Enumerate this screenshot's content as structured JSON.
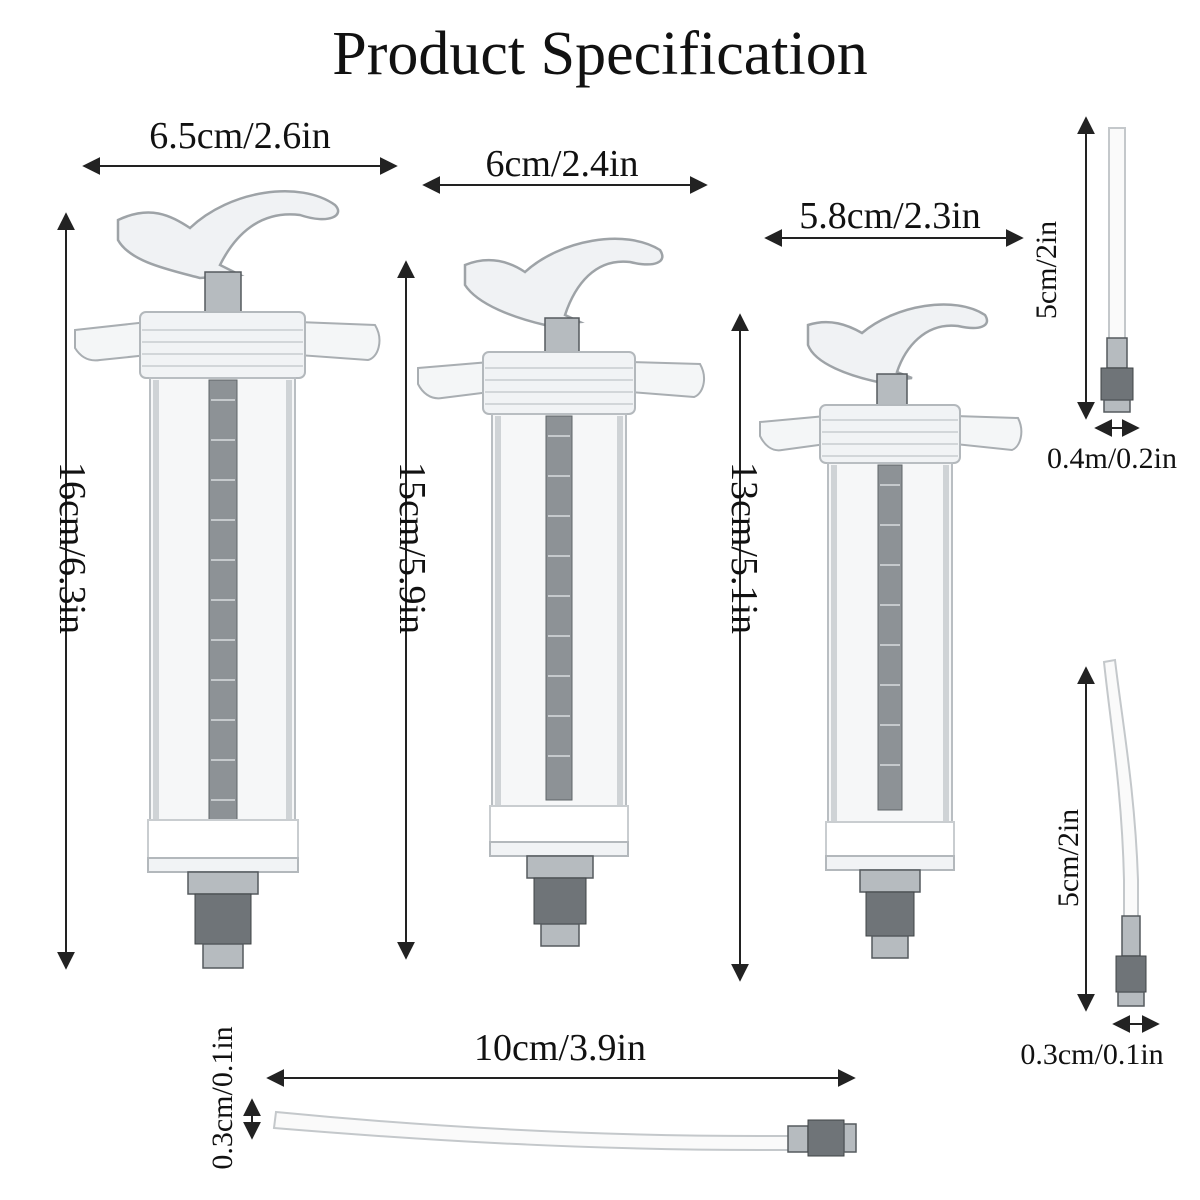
{
  "title": "Product Specification",
  "dimensions": {
    "large_width": "6.5cm/2.6in",
    "medium_width": "6cm/2.4in",
    "small_width": "5.8cm/2.3in",
    "large_height": "16cm/6.3in",
    "medium_height": "15cm/5.9in",
    "small_height": "13cm/5.1in",
    "needle_top_length": "5cm/2in",
    "needle_top_width": "0.4m/0.2in",
    "needle_bottom_length": "5cm/2in",
    "needle_bottom_width": "0.3cm/0.1in",
    "tube_length": "10cm/3.9in",
    "tube_width": "0.3cm/0.1in"
  },
  "colors": {
    "text": "#111111",
    "metal": "#b6bbbf",
    "plastic": "#f6f7f8"
  }
}
